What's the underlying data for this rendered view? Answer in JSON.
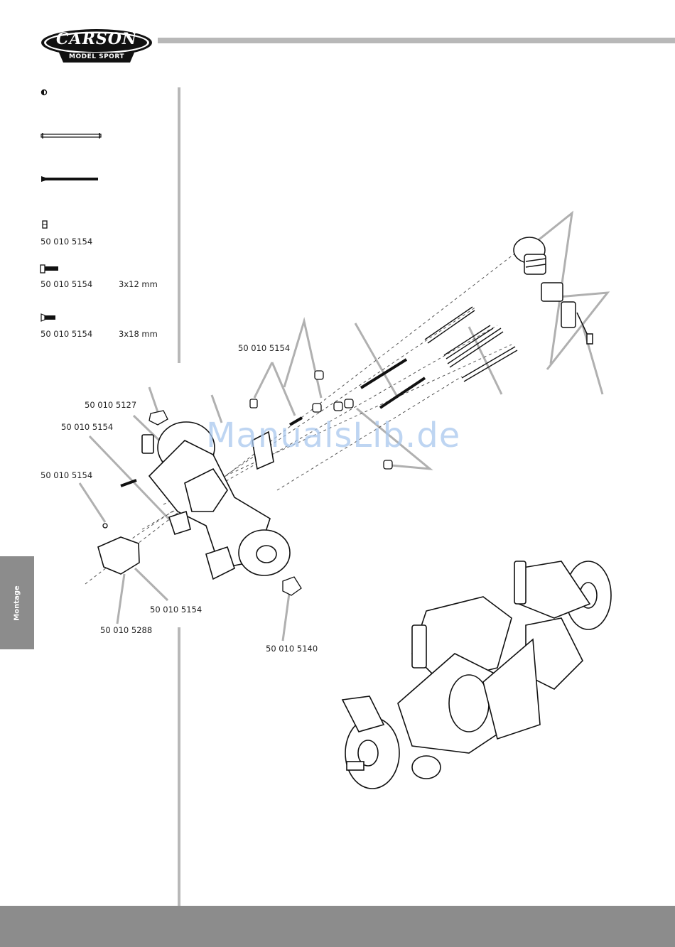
{
  "logo": {
    "brand": "CARSON",
    "tagline": "MODEL SPORT"
  },
  "side_tab": {
    "label": "Montage"
  },
  "watermark": {
    "text": "ManualsLib.de"
  },
  "parts_list": [
    {
      "number": "50 010 5154",
      "size": ""
    },
    {
      "number": "50 010 5154",
      "size": "3x12 mm"
    },
    {
      "number": "50 010 5154",
      "size": "3x18 mm"
    }
  ],
  "callouts": {
    "c1": "50 010 5154",
    "c2": "50 010 5127",
    "c3": "50 010 5154",
    "c4": "50 010 5154",
    "c5": "50 010 5154",
    "c6": "50 010 5288",
    "c7": "50 010 5140"
  }
}
